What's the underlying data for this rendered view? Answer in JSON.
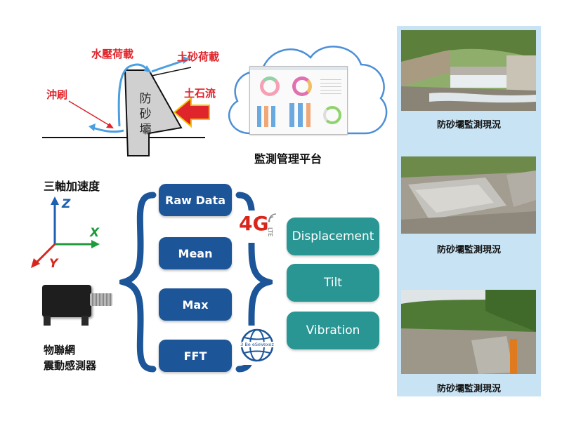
{
  "dam": {
    "label": "防砂壩",
    "label_chars": [
      "防",
      "砂",
      "壩"
    ],
    "load_water": "水壓荷載",
    "load_soil": "土砂荷載",
    "scour": "沖刷",
    "debris_flow": "土石流"
  },
  "platform": {
    "caption": "監測管理平台"
  },
  "sensor": {
    "axis_title": "三軸加速度",
    "axis_z": "Z",
    "axis_x": "X",
    "axis_y": "Y",
    "caption_line1": "物聯網",
    "caption_line2": "震動感測器"
  },
  "data_items": [
    "Raw Data",
    "Mean",
    "Max",
    "FFT"
  ],
  "network": {
    "cellular": "4G",
    "lte": "LTE",
    "globe_text": "3 Be eSeVexoz"
  },
  "outputs": [
    "Displacement",
    "Tilt",
    "Vibration"
  ],
  "photos": [
    {
      "caption": "防砂壩監測現況"
    },
    {
      "caption": "防砂壩監測現況"
    },
    {
      "caption": "防砂壩監測現況"
    }
  ],
  "colors": {
    "red": "#e0242b",
    "water_blue": "#4a9fe0",
    "data_box": "#1d5599",
    "output_box": "#2a9694",
    "side_panel": "#c7e3f4",
    "axis_blue": "#1d5fb0",
    "axis_green": "#1f9a3c",
    "axis_red": "#d9261c"
  }
}
